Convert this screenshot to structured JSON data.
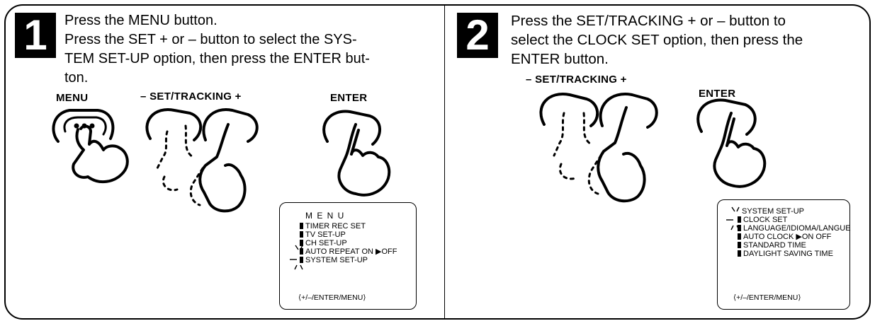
{
  "step1": {
    "number": "1",
    "instruction_lines": [
      "Press the MENU button.",
      "Press the SET + or – button to select the SYS-",
      "TEM SET-UP option, then press  the ENTER but-",
      "ton."
    ],
    "labels": {
      "menu": "MENU",
      "set_tracking": "– SET/TRACKING +",
      "enter": "ENTER"
    },
    "screen": {
      "title": "M E N U",
      "items": [
        "TIMER REC SET",
        "TV SET-UP",
        "CH SET-UP",
        "AUTO REPEAT   ON ▶OFF",
        "SYSTEM  SET-UP"
      ],
      "footer": "⟨+/–/ENTER/MENU⟩"
    }
  },
  "step2": {
    "number": "2",
    "instruction_lines": [
      "Press the SET/TRACKING + or – button to",
      "select the CLOCK SET option, then press  the",
      "ENTER button."
    ],
    "labels": {
      "set_tracking": "– SET/TRACKING +",
      "enter": "ENTER"
    },
    "screen": {
      "title": "SYSTEM  SET-UP",
      "items": [
        "CLOCK  SET",
        "LANGUAGE/IDIOMA/LANGUE",
        "AUTO CLOCK  ▶ON   OFF",
        "STANDARD  TIME",
        "DAYLIGHT  SAVING  TIME"
      ],
      "footer": "⟨+/–/ENTER/MENU⟩"
    }
  }
}
